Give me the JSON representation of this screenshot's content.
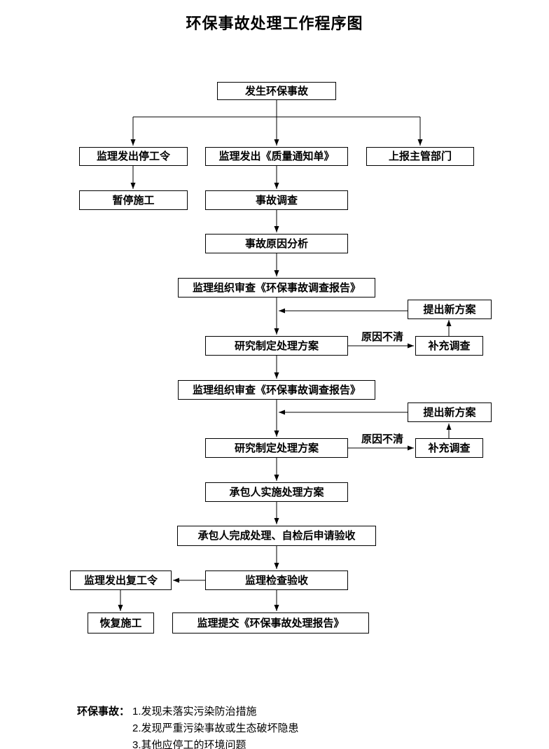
{
  "title": "环保事故处理工作程序图",
  "nodes": {
    "accident_occurs": {
      "label": "发生环保事故"
    },
    "issue_stop_order": {
      "label": "监理发出停工令"
    },
    "issue_quality_notice": {
      "label": "监理发出《质量通知单》"
    },
    "report_authority": {
      "label": "上报主管部门"
    },
    "suspend_construction": {
      "label": "暂停施工"
    },
    "accident_investigation": {
      "label": "事故调查"
    },
    "cause_analysis": {
      "label": "事故原因分析"
    },
    "review_report_1": {
      "label": "监理组织审查《环保事故调查报告》"
    },
    "new_plan_1": {
      "label": "提出新方案"
    },
    "formulate_plan_1": {
      "label": "研究制定处理方案"
    },
    "supplement_investigation_1": {
      "label": "补充调查"
    },
    "review_report_2": {
      "label": "监理组织审查《环保事故调查报告》"
    },
    "new_plan_2": {
      "label": "提出新方案"
    },
    "formulate_plan_2": {
      "label": "研究制定处理方案"
    },
    "supplement_investigation_2": {
      "label": "补充调查"
    },
    "implement_plan": {
      "label": "承包人实施处理方案"
    },
    "apply_acceptance": {
      "label": "承包人完成处理、自检后申请验收"
    },
    "inspection_acceptance": {
      "label": "监理检查验收"
    },
    "resume_order": {
      "label": "监理发出复工令"
    },
    "resume_construction": {
      "label": "恢复施工"
    },
    "submit_report": {
      "label": "监理提交《环保事故处理报告》"
    }
  },
  "edge_labels": [
    "原因不清",
    "原因不清"
  ],
  "notes": {
    "label": "环保事故：",
    "items": [
      "1.发现未落实污染防治措施",
      "2.发现严重污染事故或生态破坏隐患",
      "3.其他应停工的环境问题"
    ]
  }
}
